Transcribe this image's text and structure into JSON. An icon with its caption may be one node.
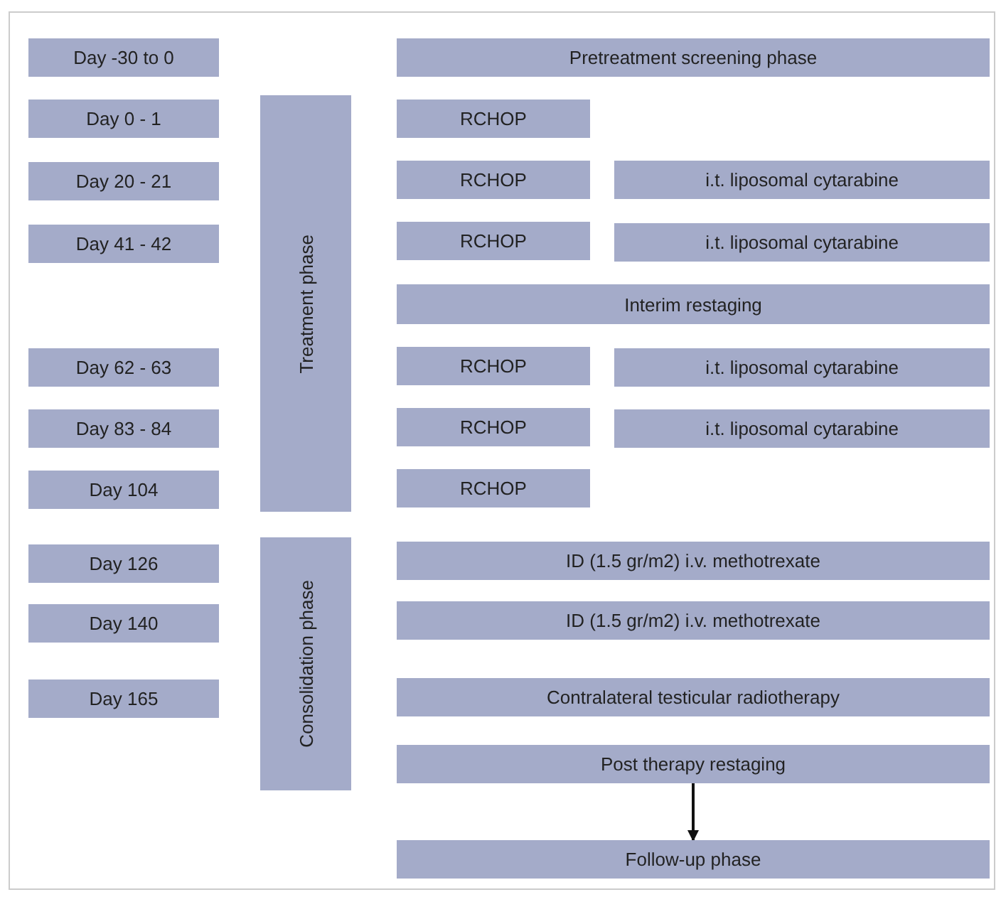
{
  "diagram": {
    "nodes": [
      {
        "text": [
          "Day -30 to 0"
        ]
      },
      {
        "text": [
          "Pretreatment screening phase"
        ]
      },
      {
        "text": [
          "Day 0 - 1"
        ]
      },
      {
        "text": [
          "Treatment phase"
        ]
      },
      {
        "text": [
          "RCHOP"
        ]
      },
      {
        "text": [
          "Day 20 - 21"
        ]
      },
      {
        "text": [
          "RCHOP"
        ]
      },
      {
        "text": [
          "i.t. liposomal cytarabine"
        ]
      },
      {
        "text": [
          "Day 41 - 42"
        ]
      },
      {
        "text": [
          "RCHOP"
        ]
      },
      {
        "text": [
          "i.t. liposomal cytarabine"
        ]
      },
      {
        "text": [
          "Interim restaging"
        ]
      },
      {
        "text": [
          "Day 62 - 63"
        ]
      },
      {
        "text": [
          "RCHOP"
        ]
      },
      {
        "text": [
          "i.t. liposomal cytarabine"
        ]
      },
      {
        "text": [
          "Day 83 - 84"
        ]
      },
      {
        "text": [
          "RCHOP"
        ]
      },
      {
        "text": [
          "i.t. liposomal cytarabine"
        ]
      },
      {
        "text": [
          "Day 104"
        ]
      },
      {
        "text": [
          "RCHOP"
        ]
      },
      {
        "text": [
          "Day 126"
        ]
      },
      {
        "text": [
          "Consolidation phase"
        ]
      },
      {
        "text": [
          "ID (1.5 gr/m2) i.v. methotrexate"
        ]
      },
      {
        "text": [
          "Day 140"
        ]
      },
      {
        "text": [
          "ID (1.5 gr/m2) i.v. methotrexate"
        ]
      },
      {
        "text": [
          "Day 165"
        ]
      },
      {
        "text": [
          "Contralateral testicular radiotherapy"
        ]
      },
      {
        "text": [
          "Post therapy restaging"
        ]
      },
      {
        "text": [
          "Follow-up phase"
        ]
      }
    ],
    "edges": [
      {
        "from": 27,
        "to": 28,
        "arrow": "to"
      }
    ]
  }
}
